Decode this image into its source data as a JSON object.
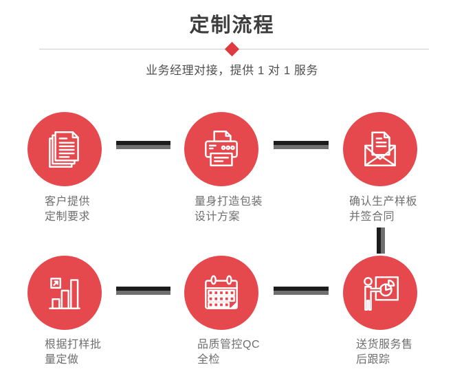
{
  "header": {
    "title": "定制流程",
    "subtitle": "业务经理对接，提供 1 对 1 服务"
  },
  "colors": {
    "accent_red": "#e5484d",
    "diamond_red": "#dd3a42",
    "connector_dark": "#1c1c1c",
    "connector_gray": "#6f6f6f",
    "divider_gray": "#cccccc",
    "title_text": "#3d3d3d",
    "subtitle_text": "#4f4f4f",
    "label_text": "#6e6e6e"
  },
  "steps": [
    {
      "icon": "documents-icon",
      "label_line1": "客户提供",
      "label_line2": "定制要求"
    },
    {
      "icon": "printer-icon",
      "label_line1": "量身打造包装",
      "label_line2": "设计方案"
    },
    {
      "icon": "envelope-icon",
      "label_line1": "确认生产样板",
      "label_line2": "并签合同"
    },
    {
      "icon": "bar-chart-icon",
      "label_line1": "根据打样批",
      "label_line2": "量定做"
    },
    {
      "icon": "calendar-icon",
      "label_line1": "品质管控QC",
      "label_line2": "全检"
    },
    {
      "icon": "presentation-icon",
      "label_line1": "送货服务售",
      "label_line2": "后跟踪"
    }
  ]
}
